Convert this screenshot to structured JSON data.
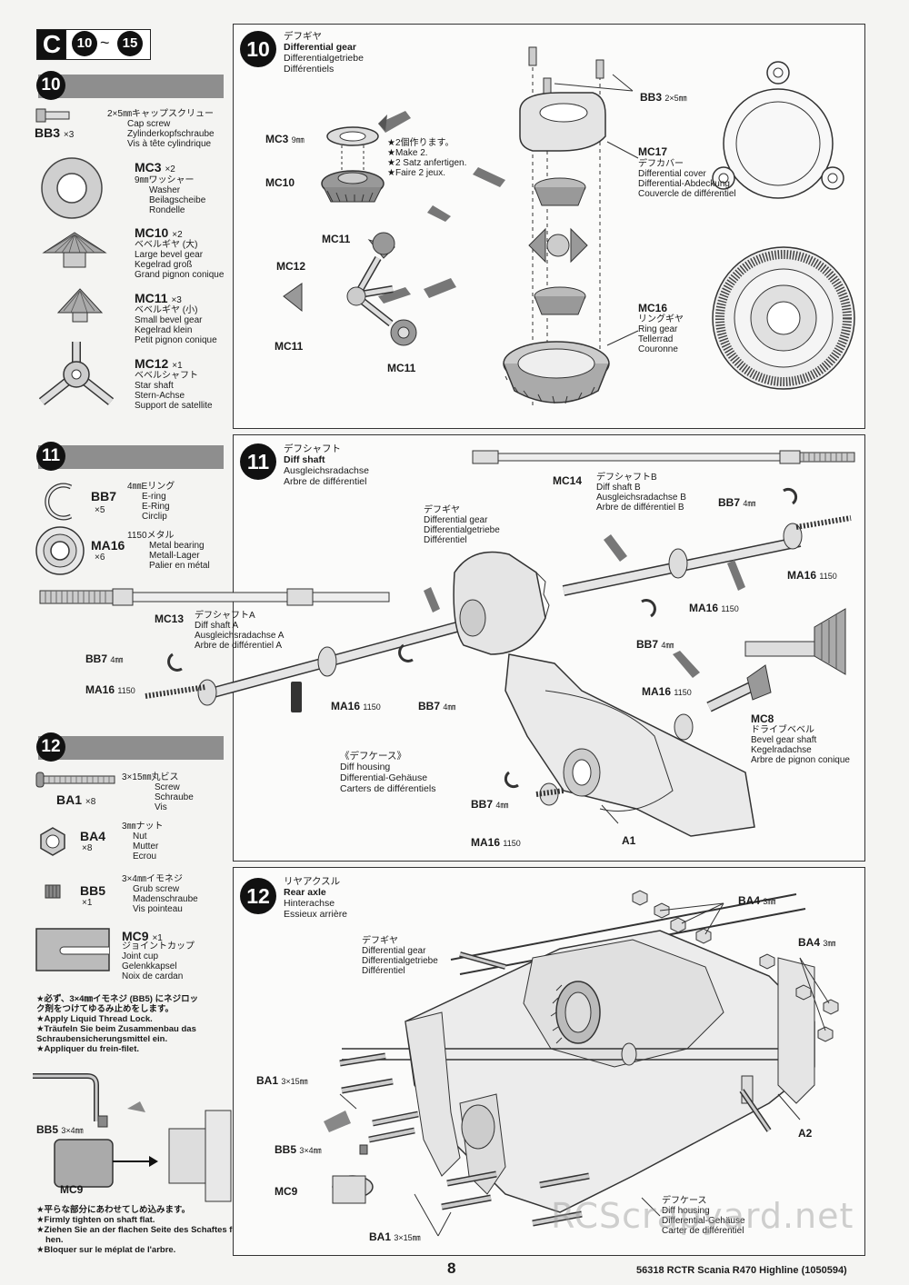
{
  "header": {
    "section_letter": "C",
    "steps_from": "10",
    "range_sep": "~",
    "steps_to": "15"
  },
  "left": {
    "s10": {
      "num": "10",
      "parts": [
        {
          "code": "BB3",
          "qty": "×3",
          "jp": "2×5㎜キャップスクリュー",
          "l1": "Cap screw",
          "l2": "Zylinderkopfschraube",
          "l3": "Vis à tête cylindrique"
        },
        {
          "code": "MC3",
          "qty": "×2",
          "jp": "9㎜ワッシャー",
          "l1": "Washer",
          "l2": "Beilagscheibe",
          "l3": "Rondelle"
        },
        {
          "code": "MC10",
          "qty": "×2",
          "jp": "ベベルギヤ (大)",
          "l1": "Large bevel gear",
          "l2": "Kegelrad groß",
          "l3": "Grand pignon conique"
        },
        {
          "code": "MC11",
          "qty": "×3",
          "jp": "ベベルギヤ (小)",
          "l1": "Small bevel gear",
          "l2": "Kegelrad klein",
          "l3": "Petit pignon conique"
        },
        {
          "code": "MC12",
          "qty": "×1",
          "jp": "ベベルシャフト",
          "l1": "Star shaft",
          "l2": "Stern-Achse",
          "l3": "Support de satellite"
        }
      ]
    },
    "s11": {
      "num": "11",
      "parts": [
        {
          "code": "BB7",
          "qty": "×5",
          "jp": "4㎜Eリング",
          "l1": "E-ring",
          "l2": "E-Ring",
          "l3": "Circlip"
        },
        {
          "code": "MA16",
          "qty": "×6",
          "jp": "1150メタル",
          "l1": "Metal bearing",
          "l2": "Metall-Lager",
          "l3": "Palier en métal"
        }
      ]
    },
    "s12": {
      "num": "12",
      "parts": [
        {
          "code": "BA1",
          "qty": "×8",
          "jp": "3×15㎜丸ビス",
          "l1": "Screw",
          "l2": "Schraube",
          "l3": "Vis"
        },
        {
          "code": "BA4",
          "qty": "×8",
          "jp": "3㎜ナット",
          "l1": "Nut",
          "l2": "Mutter",
          "l3": "Ecrou"
        },
        {
          "code": "BB5",
          "qty": "×1",
          "jp": "3×4㎜イモネジ",
          "l1": "Grub screw",
          "l2": "Madenschraube",
          "l3": "Vis pointeau"
        },
        {
          "code": "MC9",
          "qty": "×1",
          "jp": "ジョイントカップ",
          "l1": "Joint cup",
          "l2": "Gelenkkapsel",
          "l3": "Noix de cardan"
        }
      ]
    },
    "lock_note": [
      "★必ず、3×4㎜イモネジ (BB5) にネジロッ",
      "ク剤をつけてゆるみ止めをします。",
      "★Apply Liquid Thread Lock.",
      "★Träufeln Sie beim Zusammenbau das",
      "Schraubensicherungsmittel ein.",
      "★Appliquer du frein-filet."
    ],
    "detail": {
      "bb5": "BB5",
      "bb5_size": "3×4㎜",
      "mc9": "MC9"
    },
    "flat_note": [
      "★平らな部分にあわせてしめ込みます。",
      "★Firmly tighten on shaft flat.",
      "★Ziehen Sie an der flachen Seite des Schaftes festzie-",
      "hen.",
      "★Bloquer sur le méplat de l'arbre."
    ]
  },
  "panel10": {
    "num": "10",
    "jp": "デフギヤ",
    "en": "Differential gear",
    "de": "Differentialgetriebe",
    "fr": "Différentiels",
    "mc3": "MC3",
    "mc3_size": "9㎜",
    "mc10": "MC10",
    "make2": [
      "★2個作ります。",
      "★Make 2.",
      "★2 Satz anfertigen.",
      "★Faire 2 jeux."
    ],
    "mc11a": "MC11",
    "mc12": "MC12",
    "mc11b": "MC11",
    "mc11c": "MC11",
    "bb3": "BB3",
    "bb3_size": "2×5㎜",
    "mc17": "MC17",
    "mc17_jp": "デフカバー",
    "mc17_en": "Differential cover",
    "mc17_de": "Differential-Abdeckung",
    "mc17_fr": "Couvercle de différentiel",
    "mc16": "MC16",
    "mc16_jp": "リングギヤ",
    "mc16_en": "Ring gear",
    "mc16_de": "Tellerrad",
    "mc16_fr": "Couronne"
  },
  "panel11": {
    "num": "11",
    "jp": "デフシャフト",
    "en": "Diff shaft",
    "de": "Ausgleichsradachse",
    "fr": "Arbre de différentiel",
    "mc14": "MC14",
    "mc14_jp": "デフシャフトB",
    "mc14_en": "Diff shaft B",
    "mc14_de": "Ausgleichsradachse B",
    "mc14_fr": "Arbre de différentiel B",
    "gear_jp": "デフギヤ",
    "gear_en": "Differential gear",
    "gear_de": "Differentialgetriebe",
    "gear_fr": "Différentiel",
    "mc13": "MC13",
    "mc13_jp": "デフシャフトA",
    "mc13_en": "Diff shaft A",
    "mc13_de": "Ausgleichsradachse A",
    "mc13_fr": "Arbre de différentiel A",
    "bb7": "BB7",
    "mm4": "4㎜",
    "ma16": "MA16",
    "n1150": "1150",
    "housing_jp": "《デフケース》",
    "housing_en": "Diff housing",
    "housing_de": "Differential-Gehäuse",
    "housing_fr": "Carters de différentiels",
    "mc8": "MC8",
    "mc8_jp": "ドライブベベル",
    "mc8_en": "Bevel gear shaft",
    "mc8_de": "Kegelradachse",
    "mc8_fr": "Arbre de pignon conique",
    "a1": "A1"
  },
  "panel12": {
    "num": "12",
    "jp": "リヤアクスル",
    "en": "Rear axle",
    "de": "Hinterachse",
    "fr": "Essieux arrière",
    "gear_jp": "デフギヤ",
    "gear_en": "Differential gear",
    "gear_de": "Differentialgetriebe",
    "gear_fr": "Différentiel",
    "ba4": "BA4",
    "mm3": "3㎜",
    "ba1": "BA1",
    "size315": "3×15㎜",
    "bb5": "BB5",
    "size34": "3×4㎜",
    "mc9": "MC9",
    "a2": "A2",
    "case_jp": "デフケース",
    "case_en": "Diff housing",
    "case_de": "Differential-Gehäuse",
    "case_fr": "Carter de différentiel"
  },
  "footer": {
    "page": "8",
    "doc": "56318 RCTR Scania R470 Highline (1050594)",
    "watermark": "RCScrapyard.net"
  }
}
